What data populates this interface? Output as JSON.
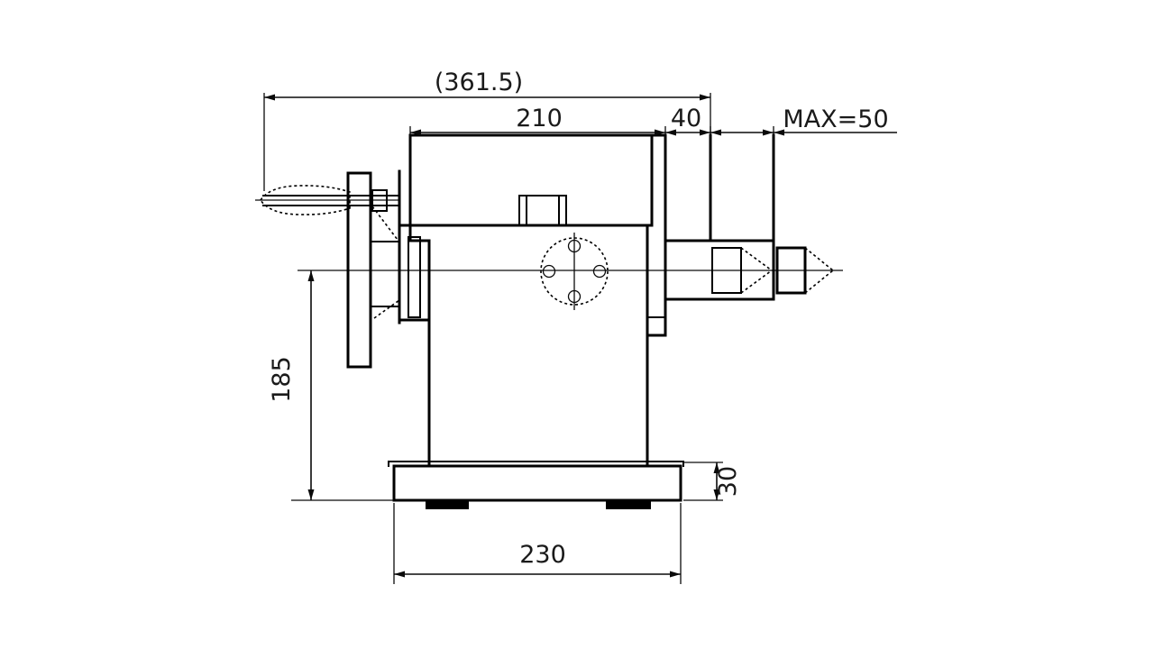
{
  "title": "tailstock-side-view-technical-drawing",
  "colors": {
    "background": "#ffffff",
    "line": "#000000",
    "text": "#1a1a1a"
  },
  "dimensions": {
    "overall_length": {
      "label": "(361.5)"
    },
    "body_length": {
      "label": "210"
    },
    "quill_travel": {
      "label": "40"
    },
    "max_extension": {
      "label": "MAX=50"
    },
    "center_height": {
      "label": "185"
    },
    "base_length": {
      "label": "230"
    },
    "base_height": {
      "label": "30"
    }
  }
}
